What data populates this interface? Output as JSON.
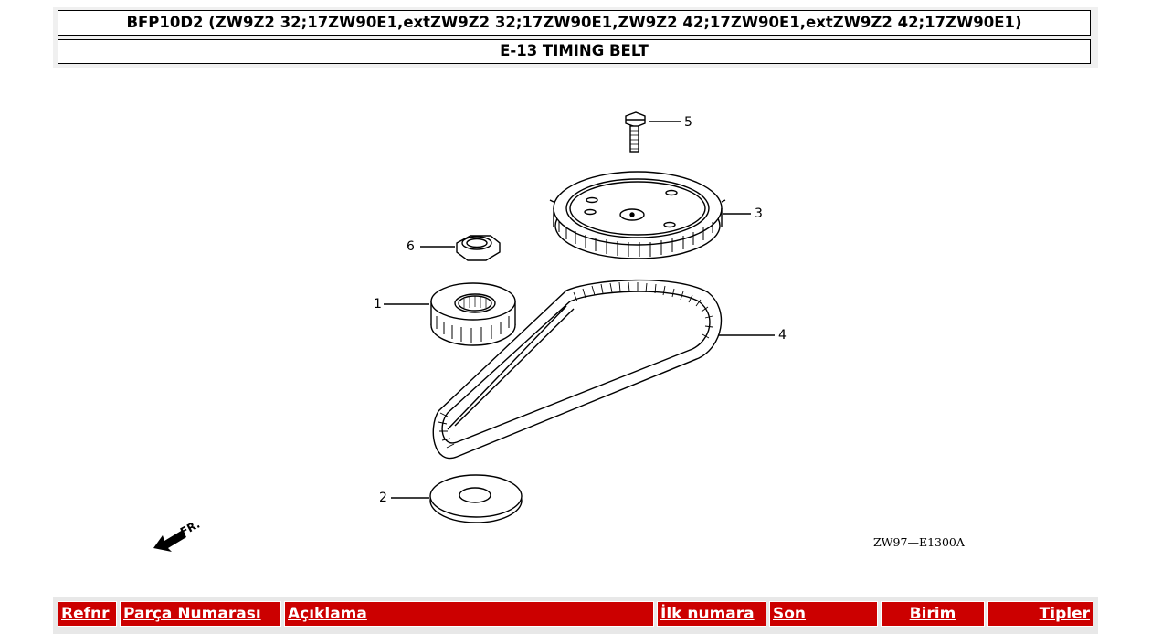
{
  "header": {
    "model": "BFP10D2 (ZW9Z2 32;17ZW90E1,extZW9Z2 32;17ZW90E1,ZW9Z2 42;17ZW90E1,extZW9Z2 42;17ZW90E1)",
    "section": "E-13 TIMING BELT"
  },
  "diagram": {
    "callouts": [
      "1",
      "2",
      "3",
      "4",
      "5",
      "6"
    ],
    "figure_code": "ZW97—E1300A",
    "direction_label": "FR."
  },
  "table": {
    "columns": [
      "Refnr",
      "Parça Numarası",
      "Açıklama",
      "İlk numara",
      "Son",
      "Birim",
      "Tipler"
    ]
  },
  "colors": {
    "header_red": "#cc0000",
    "border": "#000000"
  }
}
